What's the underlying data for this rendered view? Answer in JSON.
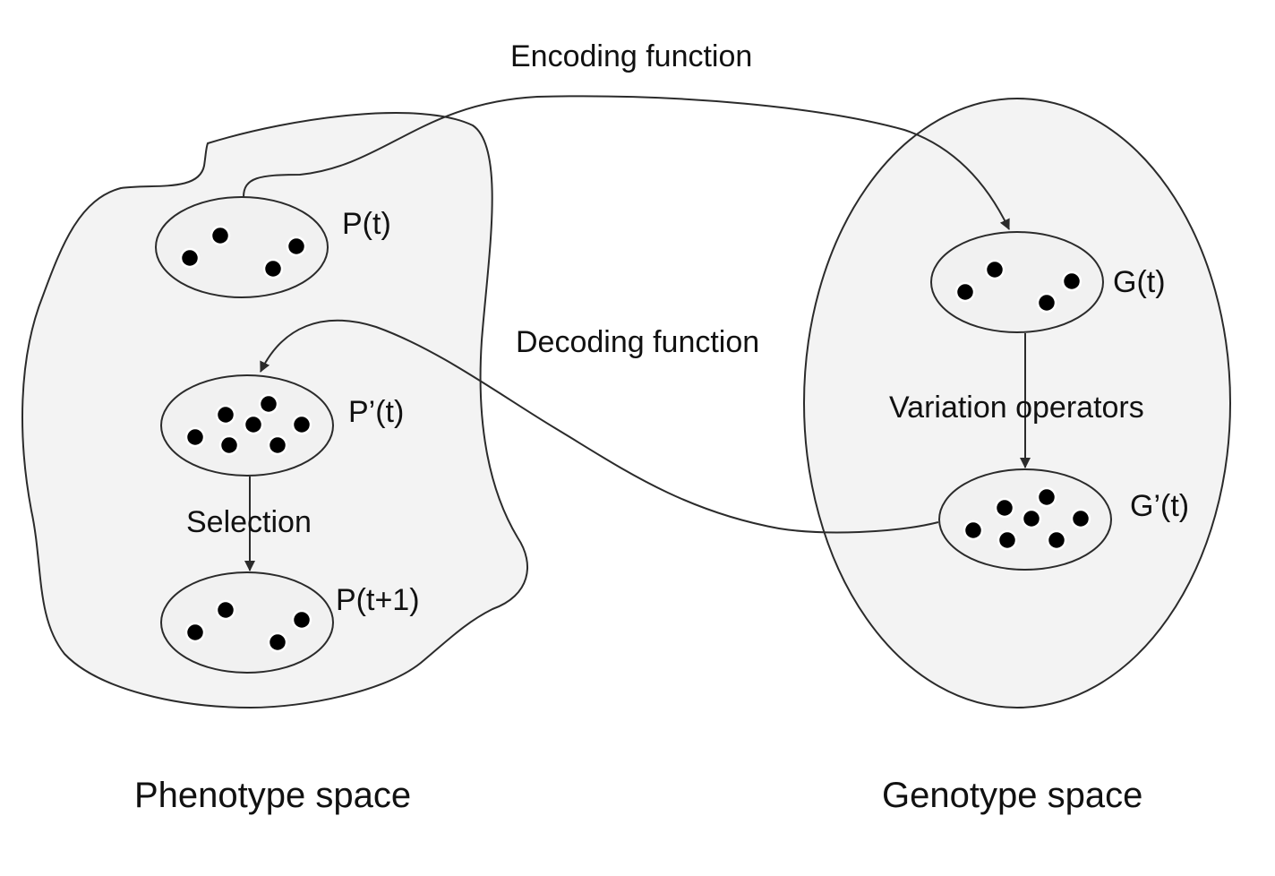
{
  "labels": {
    "encoding": "Encoding function",
    "decoding": "Decoding function",
    "selection": "Selection",
    "variation": "Variation operators",
    "phenotype_space": "Phenotype space",
    "genotype_space": "Genotype space"
  },
  "populations": {
    "p_t": "P(t)",
    "p_prime_t": "P’(t)",
    "p_t1": "P(t+1)",
    "g_t": "G(t)",
    "g_prime_t": "G’(t)"
  },
  "colors": {
    "region_fill": "#f3f3f3",
    "stroke": "#2b2b2b",
    "dot": "#000000"
  }
}
